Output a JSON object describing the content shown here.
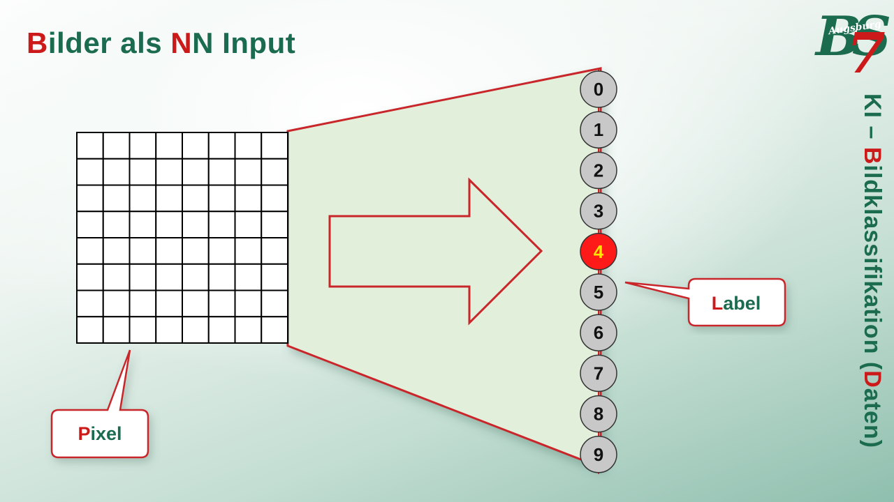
{
  "title": {
    "first_letter": "B",
    "part1": "ilder als ",
    "second_letter": "N",
    "part2": "N Input"
  },
  "side_title": {
    "part1": "KI – ",
    "letter1": "B",
    "part2": "ildklassifikation (",
    "letter2": "D",
    "part3": "aten)"
  },
  "logo": {
    "letters": "BS",
    "ribbon_text": "Augsburg",
    "digit": "7"
  },
  "grid": {
    "rows": 8,
    "cols": 8
  },
  "output_nodes": [
    "0",
    "1",
    "2",
    "3",
    "4",
    "5",
    "6",
    "7",
    "8",
    "9"
  ],
  "highlighted_node": "4",
  "callouts": {
    "pixel": {
      "first_letter": "P",
      "rest": "ixel"
    },
    "label": {
      "first_letter": "L",
      "rest": "abel"
    }
  },
  "colors": {
    "accent_red": "#cc1a1a",
    "brand_green": "#1b6b4e",
    "node_fill": "#c8c8c8",
    "node_highlight": "#ff1a1a",
    "highlight_text": "#ffe600",
    "trapezoid_fill": "#e2efda"
  }
}
